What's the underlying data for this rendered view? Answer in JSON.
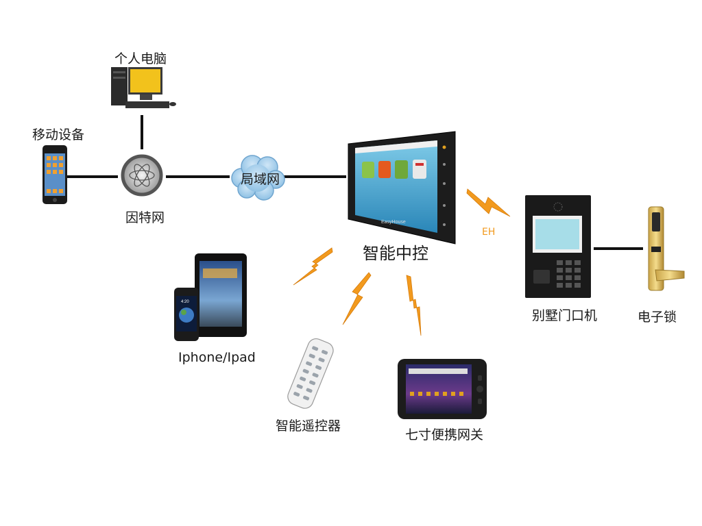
{
  "labels": {
    "pc": "个人电脑",
    "mobile": "移动设备",
    "internet": "因特网",
    "lan": "局域网",
    "central": "智能中控",
    "eh": "EH",
    "door": "别墅门口机",
    "lock": "电子锁",
    "iphone": "Iphone/Ipad",
    "remote": "智能遥控器",
    "tablet": "七寸便携网关"
  },
  "brand": "EasyHouse",
  "colors": {
    "lightning": "#f29a1e",
    "line": "#111111"
  }
}
